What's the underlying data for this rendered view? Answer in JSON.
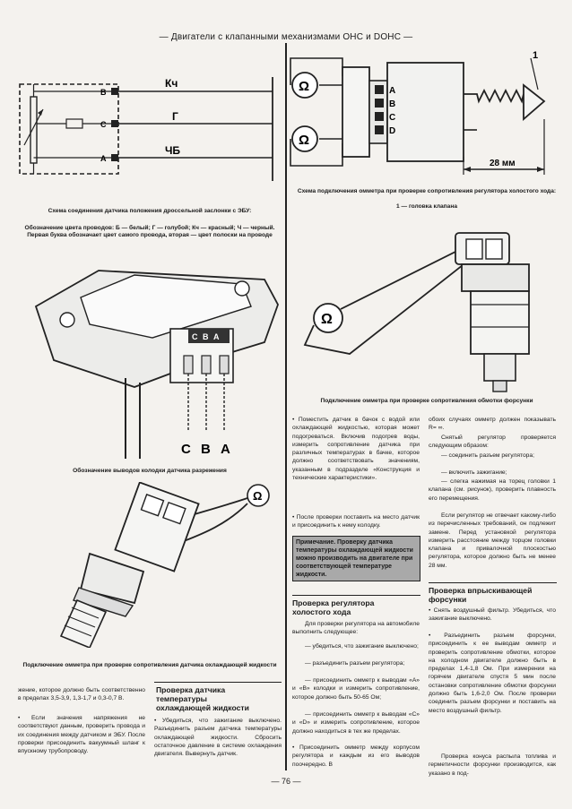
{
  "header": "— Двигатели с клапанными механизмами OHC и DOHC —",
  "page_number": "— 76 —",
  "fig1": {
    "pins": [
      "B",
      "C",
      "A"
    ],
    "wires": [
      "Кч",
      "Г",
      "ЧБ"
    ],
    "caption": "Схема соединения датчика положения дроссельной заслонки с ЭБУ:",
    "caption2": "Обозначение цвета проводов: Б — белый; Г — голубой; Кч — красный; Ч — черный. Первая буква обозначает цвет самого провода, вторая — цвет полоски на проводе"
  },
  "fig2": {
    "caption": "Обозначение выводов колодки датчика разрежения",
    "pins": [
      "C",
      "B",
      "A"
    ],
    "socket_labels": [
      "C",
      "B",
      "A"
    ]
  },
  "fig3": {
    "caption": "Подключение омметра при проверке сопротивления датчика охлаждающей жидкости"
  },
  "fig4": {
    "callout": "1",
    "pins": [
      "A",
      "B",
      "C",
      "D"
    ],
    "dimension": "28 мм",
    "caption": "Схема подключения омметра при проверке сопротивления регулятора холостого хода:",
    "caption2": "1 — головка клапана"
  },
  "fig5": {
    "caption": "Подключение омметра при проверке сопротивления обмотки форсунки"
  },
  "col1": {
    "para1": "жение, которое должно быть соответственно в пределах 3,5-3,9, 1,3-1,7 и 0,3-0,7 В.",
    "para2": "• Если значения напряжения не соответствуют данным, проверить провода и их соединения между датчиком и ЭБУ. После проверки присоединить вакуумный шланг к впускному трубопроводу."
  },
  "col2": {
    "heading": "Проверка датчика\nтемпературы\nохлаждающей жидкости",
    "para1": "• Убедиться, что зажигание выключено. Разъединить разъем датчика температуры охлаждающей жидкости. Сбросить остаточное давление в системе охлаждения двигателя. Вывернуть датчик."
  },
  "col3": {
    "para1": "• Поместить датчик в бачок с водой или охлаждающей жидкостью, которая может подогреваться. Включив подогрев воды, измерить сопротивление датчика при различных температурах в бачке, которое должно соответствовать значениям, указанным в подразделе «Конструкция и технические характеристики».",
    "para2": "• После проверки поставить на место датчик и присоединить к нему колодку.",
    "note": "Примечание. Проверку датчика температуры охлаждающей жидкости можно производить на двигателе при соответствующей температуре жидкости.",
    "heading": "Проверка регулятора\nхолостого хода",
    "para3": "Для проверки регулятора на автомобиле выполнить следующее:",
    "para4": "— убедиться, что зажигание выключено;",
    "para5": "— разъединить разъем регулятора;",
    "para6": "— присоединить омметр к выводам «А» и «В» колодки и измерить сопротивление, которое должно быть 50-65 Ом;",
    "para7": "— присоединить омметр к выводам «С» и «D» и измерить сопротивление, которое должно находиться в тех же пределах.",
    "para8": "• Присоединить омметр между корпусом регулятора и каждым из его выводов поочередно. В"
  },
  "col4": {
    "para1": "обоих случаях омметр должен показывать R= ∞.",
    "para2": "Снятый регулятор проверяется следующим образом:",
    "para3": "— соединить разъем регулятора;",
    "para4": "— включить зажигание;",
    "para5": "— слегка нажимая на торец головки 1 клапана (см. рисунок), проверить плавность его перемещения.",
    "para6": "Если регулятор не отвечает какому-либо из перечисленных требований, он подлежит замене. Перед установкой регулятора измерить расстояние между торцом головки клапана и привалочной плоскостью регулятора, которое должно быть не менее 28 мм.",
    "heading": "Проверка впрыскивающей\nфорсунки",
    "para7": "• Снять воздушный фильтр. Убедиться, что зажигание выключено.",
    "para8": "• Разъединить разъем форсунки, присоединить к ее выводам омметр и проверить сопротивление обмотки, которое на холодном двигателе должно быть в пределах 1,4-1,8 Ом. При измерении на горячем двигателе спустя 5 мин после остановки сопротивление обмотки форсунки должно быть 1,6-2,0 Ом. После проверки соединить разъем форсунки и поставить на место воздушный фильтр.",
    "para9": "Проверка конуса распыла топлива и герметичности форсунки производится, как указано в под-"
  }
}
